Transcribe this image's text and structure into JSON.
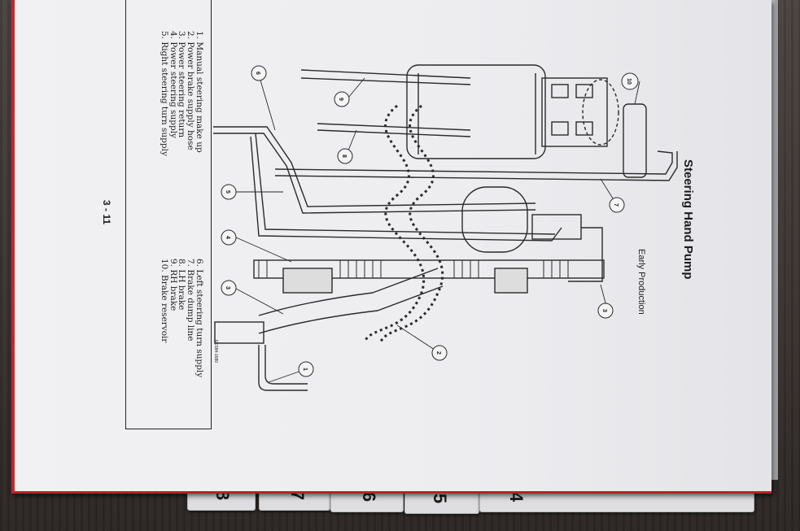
{
  "document": {
    "title": "Steering Hand Pump",
    "subtitle": "Early Production",
    "page_number": "3 - 11",
    "figure_id": "FES84-1680"
  },
  "legend": {
    "left_column": [
      "1. Manual steering make up",
      "2. Power brake supply hose",
      "3. Power steering return",
      "4. Power steering supply",
      "5. Right steering turn supply"
    ],
    "right_column": [
      "6. Left steering turn supply",
      "7. Brake dump line",
      "8. LH brake",
      "9. RH brake",
      "10. Brake reservoir"
    ]
  },
  "callouts": [
    "1",
    "2",
    "3",
    "3",
    "4",
    "5",
    "6",
    "7",
    "8",
    "9",
    "10"
  ],
  "tabs": [
    "4",
    "5",
    "6",
    "7",
    "8"
  ],
  "colors": {
    "binding_edge": "#c8262a",
    "line_art": "#2a2a2a",
    "paper": "#ededf0"
  }
}
